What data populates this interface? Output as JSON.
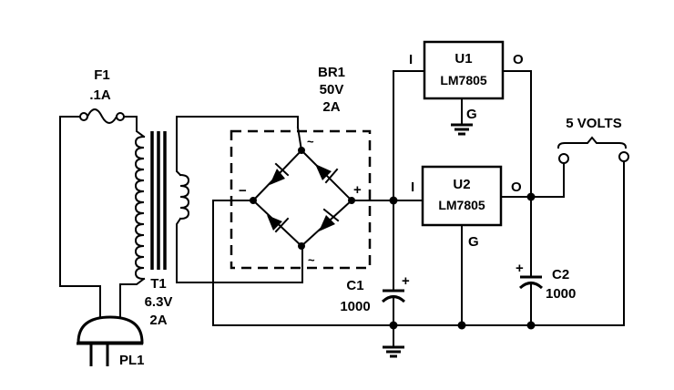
{
  "diagram": {
    "title": "5 Volt regulated power supply schematic",
    "components": {
      "fuse": {
        "ref": "F1",
        "value": ".1A"
      },
      "transformer": {
        "ref": "T1",
        "voltage": "6.3V",
        "current": "2A"
      },
      "plug": {
        "ref": "PL1"
      },
      "bridge": {
        "ref": "BR1",
        "voltage": "50V",
        "current": "2A",
        "ac_symbol": "~",
        "plus": "+",
        "minus": "−"
      },
      "regulator_1": {
        "ref": "U1",
        "part": "LM7805",
        "pin_in": "I",
        "pin_out": "O",
        "pin_gnd": "G"
      },
      "regulator_2": {
        "ref": "U2",
        "part": "LM7805",
        "pin_in": "I",
        "pin_out": "O",
        "pin_gnd": "G"
      },
      "capacitor_1": {
        "ref": "C1",
        "value": "1000",
        "polarity": "+"
      },
      "capacitor_2": {
        "ref": "C2",
        "value": "1000",
        "polarity": "+"
      },
      "output": {
        "label": "5 VOLTS"
      }
    }
  }
}
